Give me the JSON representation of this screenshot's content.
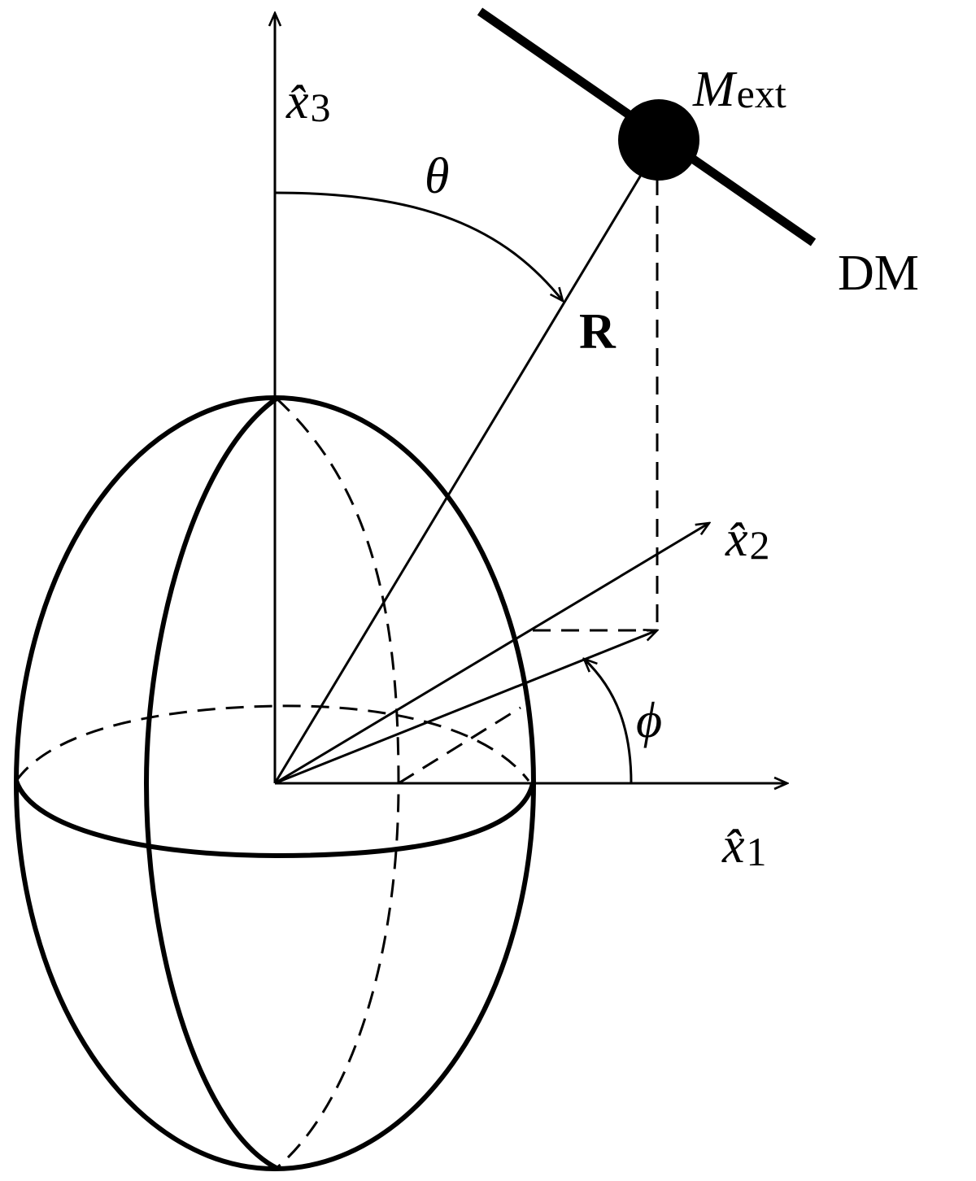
{
  "labels": {
    "axis_x1": {
      "base": "x̂",
      "sub": "1"
    },
    "axis_x2": {
      "base": "x̂",
      "sub": "2"
    },
    "axis_x3": {
      "base": "x̂",
      "sub": "3"
    },
    "angle_theta": "θ",
    "angle_phi": "ϕ",
    "vector_r": "R",
    "mass": {
      "base": "M",
      "sub": "ext"
    },
    "trajectory": "DM"
  },
  "colors": {
    "ink": "#000000",
    "background": "#ffffff"
  }
}
